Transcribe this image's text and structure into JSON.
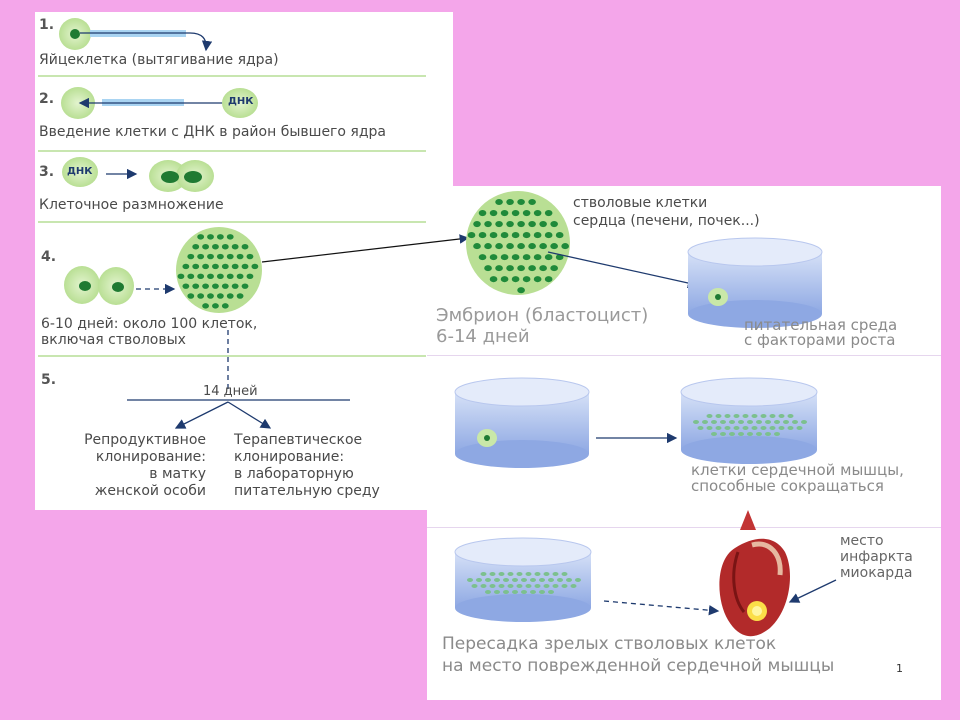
{
  "steps": {
    "s1": {
      "num": "1.",
      "label": "Яйцеклетка (вытягивание ядра)"
    },
    "s2": {
      "num": "2.",
      "label": "Введение клетки с ДНК в район бывшего ядра",
      "dna": "ДНК"
    },
    "s3": {
      "num": "3.",
      "label": "Клеточное размножение",
      "dna": "ДНК"
    },
    "s4": {
      "num": "4.",
      "label_line1": "6-10 дней: около 100 клеток,",
      "label_line2": "включая стволовых"
    },
    "s5": {
      "num": "5.",
      "days": "14 дней",
      "left_line1": "Репродуктивное",
      "left_line2": "клонирование:",
      "left_line3": "в матку",
      "left_line4": "женской особи",
      "right_line1": "Терапевтическое",
      "right_line2": "клонирование:",
      "right_line3": "в лабораторную",
      "right_line4": "питательную среду"
    }
  },
  "right": {
    "stem_line1": "стволовые клетки",
    "stem_line2": "сердца (печени, почек...)",
    "embryo_line1": "Эмбрион (бластоцист)",
    "embryo_line2": "6-14 дней",
    "medium_line1": "питательная среда",
    "medium_line2": "с факторами роста",
    "muscle_line1": "клетки сердечной мышцы,",
    "muscle_line2": "способные сокращаться",
    "infarct_line1": "место",
    "infarct_line2": "инфаркта",
    "infarct_line3": "миокарда",
    "transplant_line1": "Пересадка зрелых стволовых клеток",
    "transplant_line2": "на место поврежденной сердечной мышцы",
    "page_mark": "1"
  },
  "colors": {
    "background": "#f4a6ea",
    "cell_light": "#c9e8a8",
    "cell_dark": "#1f8a3a",
    "dish_blue": "#9fb7ea",
    "text": "#4a4a4a"
  }
}
